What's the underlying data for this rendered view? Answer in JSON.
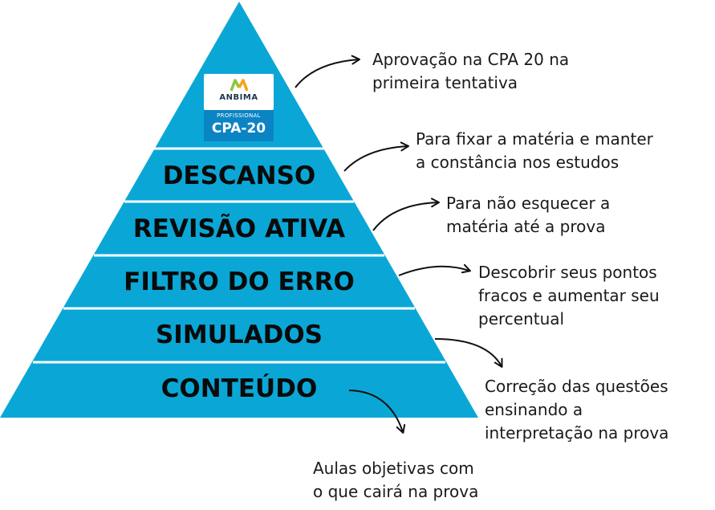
{
  "pyramid": {
    "fill_color": "#0aa7d6",
    "divider_color": "#ffffff",
    "text_color": "#0a0a0a",
    "badge": {
      "brand": "ANBIMA",
      "subtitle": "PROFISSIONAL",
      "certification": "CPA-20",
      "logo_icon": "anbima-logo-icon",
      "logo_colors": [
        "#8cc63f",
        "#f7a21b"
      ]
    },
    "layers": [
      {
        "label": "DESCANSO"
      },
      {
        "label": "REVISÃO ATIVA"
      },
      {
        "label": "FILTRO DO ERRO"
      },
      {
        "label": "SIMULADOS"
      },
      {
        "label": "CONTEÚDO"
      }
    ]
  },
  "annotations": [
    {
      "lines": [
        "Aprovação na CPA 20 na",
        "primeira tentativa"
      ]
    },
    {
      "lines": [
        "Para fixar a matéria e manter",
        "a constância nos estudos"
      ]
    },
    {
      "lines": [
        "Para não esquecer a",
        "matéria até a prova"
      ]
    },
    {
      "lines": [
        "Descobrir seus pontos",
        "fracos e aumentar seu",
        "percentual"
      ]
    },
    {
      "lines": [
        "Correção das questões",
        "ensinando a",
        "interpretação na prova"
      ]
    },
    {
      "lines": [
        "Aulas objetivas com",
        "o que cairá na prova"
      ]
    }
  ],
  "connector_icon": "curved-arrow-icon"
}
